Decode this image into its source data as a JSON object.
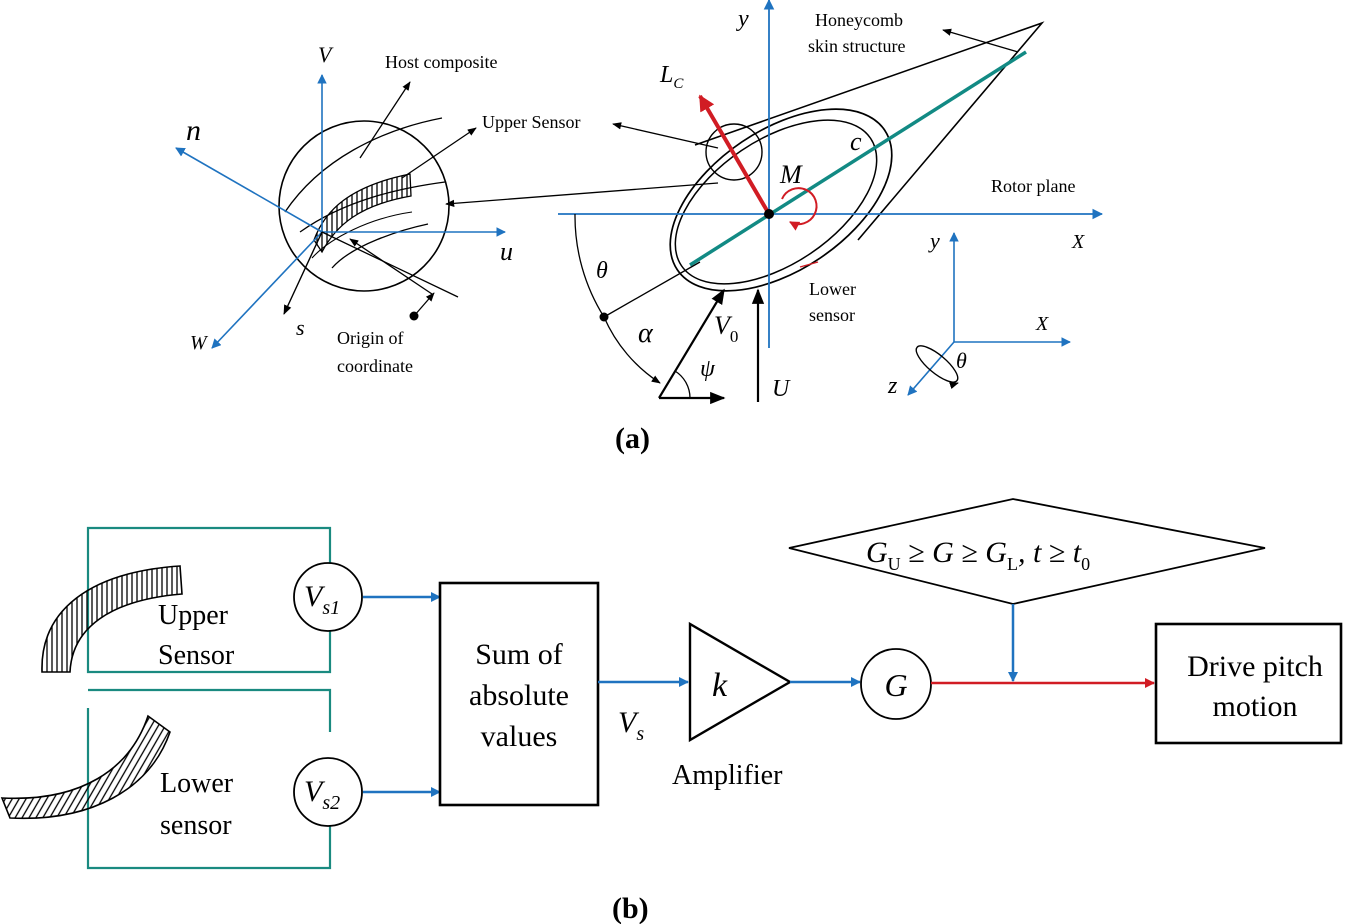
{
  "colors": {
    "axis_blue": "#1f73c0",
    "chord_teal": "#128a84",
    "lift_red": "#d11c24",
    "ink": "#000000",
    "wire_teal": "#1a8a80"
  },
  "panel_a": {
    "caption": "(a)",
    "sphere_axes": {
      "v": "V",
      "n": "n",
      "u": "u",
      "w": "W",
      "s": "s"
    },
    "host_composite": "Host composite",
    "upper_sensor": "Upper Sensor",
    "origin_line1": "Origin of",
    "origin_line2": "coordinate",
    "honeycomb_line1": "Honeycomb",
    "honeycomb_line2": "skin structure",
    "lc_main": "L",
    "lc_sub": "C",
    "y_axis": "y",
    "moment": "M",
    "chord": "c",
    "rotor_plane": "Rotor plane",
    "x_axis": "X",
    "theta": "θ",
    "alpha": "α",
    "v0_main": "V",
    "v0_sub": "0",
    "psi": "ψ",
    "u_flow": "U",
    "lower_line1": "Lower",
    "lower_line2": "sensor",
    "triad_y": "y",
    "triad_x": "X",
    "triad_z": "z",
    "triad_theta": "θ"
  },
  "panel_b": {
    "caption": "(b)",
    "upper_line1": "Upper",
    "upper_line2": "Sensor",
    "lower_line1": "Lower",
    "lower_line2": "sensor",
    "vs1_main": "V",
    "vs1_sub": "s1",
    "vs2_main": "V",
    "vs2_sub": "s2",
    "sum_line1": "Sum of",
    "sum_line2": "absolute",
    "sum_line3": "values",
    "vs_main": "V",
    "vs_sub": "s",
    "gain": "k",
    "amplifier": "Amplifier",
    "g_node": "G",
    "cond_gu": "G",
    "cond_gu_sub": "U",
    "cond_mid": " ≥ G ≥ ",
    "cond_gl": "G",
    "cond_gl_sub": "L",
    "cond_comma": ",  ",
    "cond_t": "t ≥ t",
    "cond_t_sub": "0",
    "drive_line1": "Drive  pitch",
    "drive_line2": "motion"
  }
}
